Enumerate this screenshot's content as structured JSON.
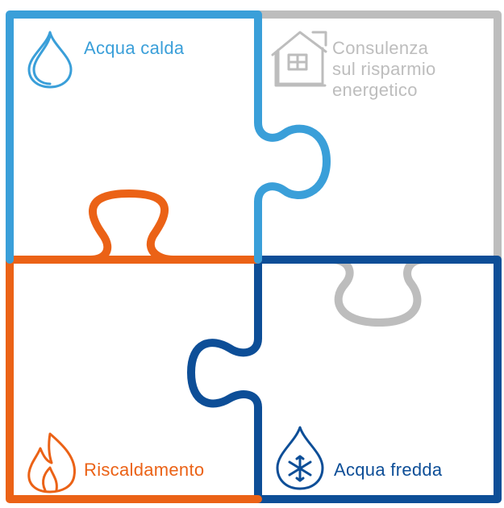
{
  "colors": {
    "hot_water": "#3a9fd9",
    "consulting": "#bdbdbd",
    "heating": "#eb6216",
    "cold_water": "#0d4e97",
    "background": "#ffffff"
  },
  "pieces": {
    "hot_water": {
      "label": "Acqua calda",
      "icon": "water-drop-icon"
    },
    "consulting": {
      "label_lines": [
        "Consulenza",
        "sul risparmio",
        "energetico"
      ],
      "icon": "house-icon"
    },
    "heating": {
      "label": "Riscaldamento",
      "icon": "flame-icon"
    },
    "cold_water": {
      "label": "Acqua fredda",
      "icon": "snowflake-drop-icon"
    }
  }
}
